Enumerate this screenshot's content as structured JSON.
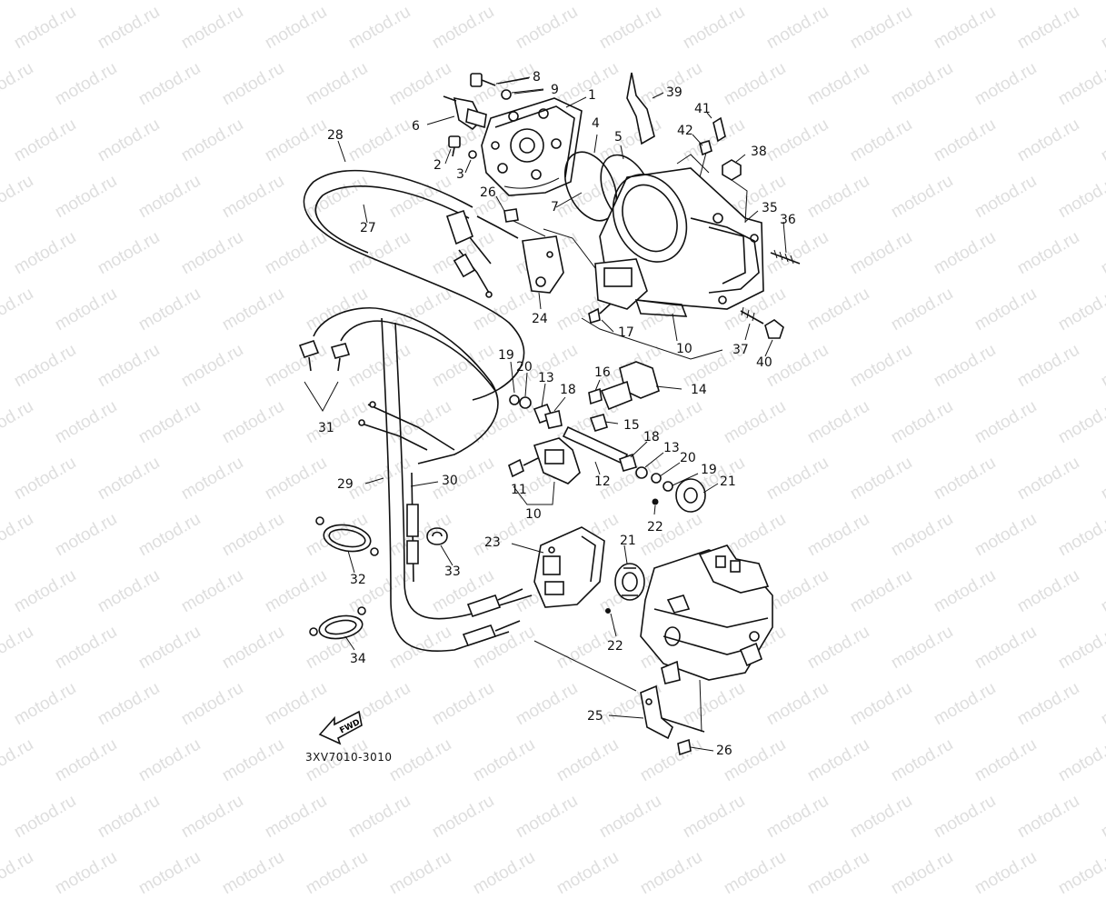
{
  "watermark": "motod.ru",
  "diagram_code": "3XV7010-3010",
  "fwd_label": "FWD",
  "labels": [
    "8",
    "9",
    "1",
    "39",
    "41",
    "42",
    "38",
    "6",
    "2",
    "3",
    "4",
    "5",
    "7",
    "26",
    "35",
    "36",
    "28",
    "27",
    "24",
    "17",
    "10",
    "37",
    "40",
    "19",
    "20",
    "13",
    "18",
    "16",
    "14",
    "15",
    "31",
    "18",
    "13",
    "20",
    "19",
    "21",
    "12",
    "22",
    "29",
    "30",
    "11",
    "10",
    "23",
    "21",
    "32",
    "33",
    "22",
    "34",
    "25",
    "26"
  ]
}
